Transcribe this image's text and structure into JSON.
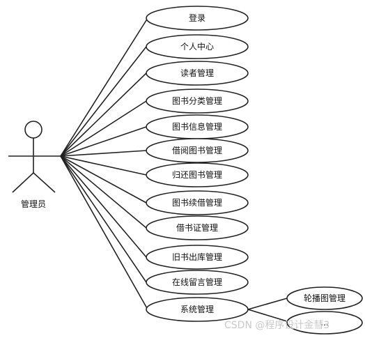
{
  "diagram": {
    "actor": {
      "label": "管理员",
      "icon": "stick-figure-icon"
    },
    "use_cases": [
      {
        "label": "登录"
      },
      {
        "label": "个人中心"
      },
      {
        "label": "读者管理"
      },
      {
        "label": "图书分类管理"
      },
      {
        "label": "图书信息管理"
      },
      {
        "label": "借阅图书管理"
      },
      {
        "label": "归还图书管理"
      },
      {
        "label": "图书续借管理"
      },
      {
        "label": "借书证管理"
      },
      {
        "label": "旧书出库管理"
      },
      {
        "label": "在线留言管理"
      },
      {
        "label": "系统管理"
      }
    ],
    "sub_use_cases": [
      {
        "label": "轮播图管理"
      },
      {
        "label": "…"
      }
    ]
  },
  "watermark": {
    "text": "CSDN @程序设计金彗3"
  },
  "colors": {
    "stroke": "#222222",
    "background": "#ffffff"
  }
}
